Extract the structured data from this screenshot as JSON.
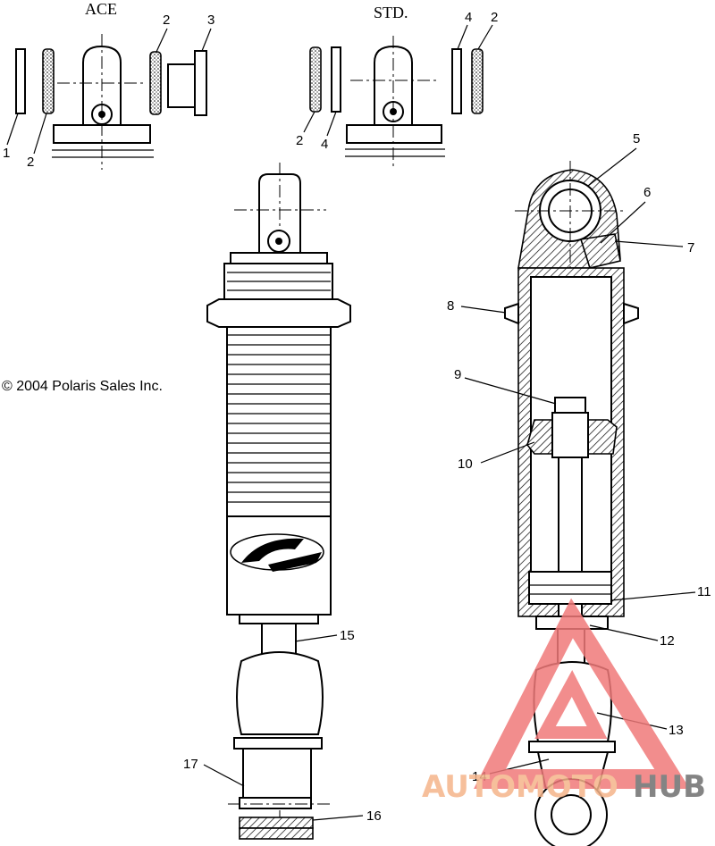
{
  "headers": {
    "ace": "ACE",
    "std": "STD."
  },
  "copyright": "© 2004 Polaris Sales Inc.",
  "callouts": {
    "ace_1": "1",
    "ace_2a": "2",
    "ace_2b": "2",
    "ace_3": "3",
    "std_4a": "4",
    "std_2a": "2",
    "std_2b": "2",
    "std_4b": "4",
    "c5": "5",
    "c6": "6",
    "c7": "7",
    "c8": "8",
    "c9": "9",
    "c10": "10",
    "c11": "11",
    "c12": "12",
    "c13": "13",
    "c14": "14",
    "c15": "15",
    "c16": "16",
    "c17": "17"
  },
  "watermark": {
    "part1": "AUTOMOTO",
    "part2": "HUB",
    "color_main": "#f5b48a",
    "color_hub": "#6f6f6f",
    "triangle_color": "#f07a7a"
  }
}
